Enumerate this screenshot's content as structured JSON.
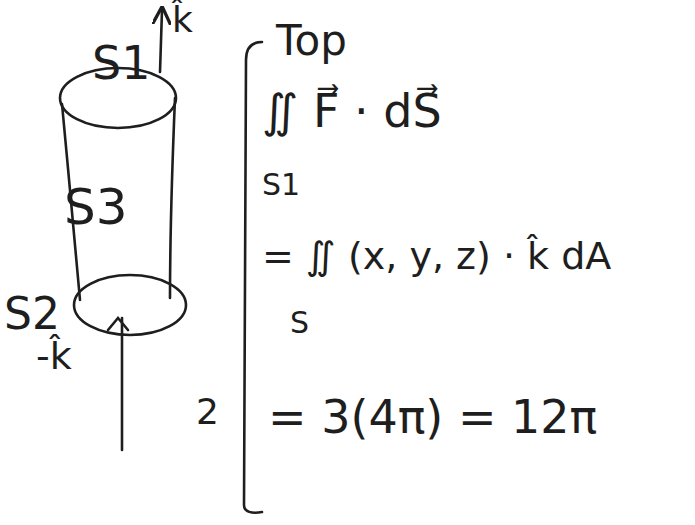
{
  "diagram": {
    "labels": [
      "S1",
      "k̂",
      "S3",
      "S2",
      "-k̂",
      "2",
      "Top",
      "∬ F⃗ · dS⃗",
      "S1",
      "= ∬ (x, y, z) · k̂ dA",
      "S",
      "= 3(4π) = 12π"
    ]
  }
}
